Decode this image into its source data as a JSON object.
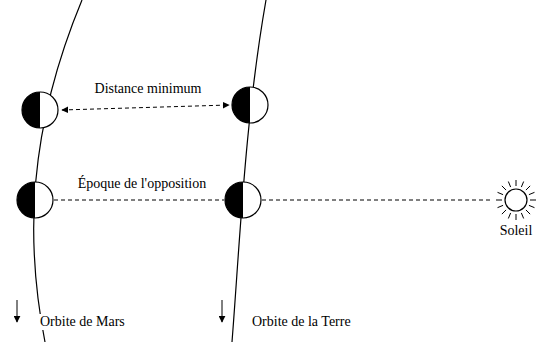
{
  "diagram": {
    "labels": [
      "Distance minimum",
      "Époque de l'opposition",
      "Soleil",
      "Orbite de Mars",
      "Orbite de la Terre"
    ]
  }
}
